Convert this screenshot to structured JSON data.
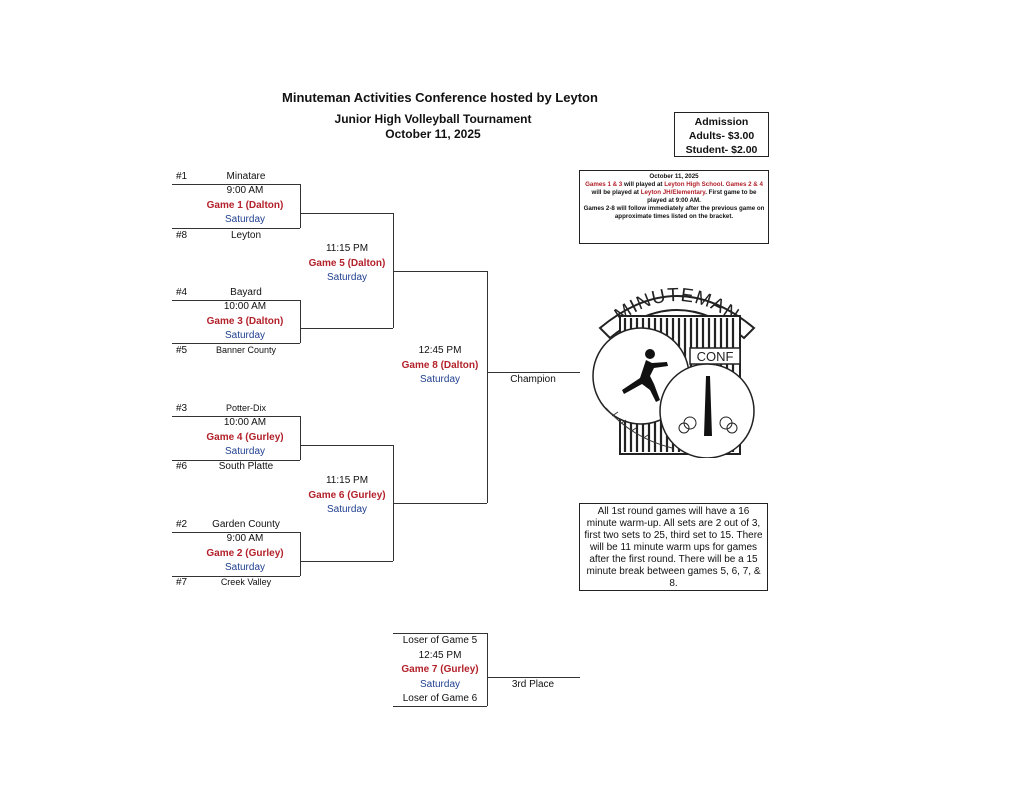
{
  "header": {
    "title": "Minuteman Activities Conference hosted by Leyton",
    "subtitle": "Junior High Volleyball Tournament",
    "date": "October 11, 2025"
  },
  "admission": {
    "title": "Admission",
    "adults": "Adults- $3.00",
    "students": "Student- $2.00"
  },
  "info": {
    "date": "October 11, 2025",
    "p1_red": "Games 1 & 3",
    "p1_a": " will played at ",
    "p1_red2": "Leyton High School",
    "p1_b": ". ",
    "p1_red3": "Games 2 & 4",
    "p1_c": " will be played at ",
    "p1_red4": "Leyton JH/Elementary",
    "p1_d": ". First game to be played at 9:00 AM.",
    "p2": "Games 2-8 will follow immediately after the previous game on approximate times listed on the bracket."
  },
  "rules": "All 1st round games will have a 16 minute warm-up. All sets are 2 out of 3, first two sets to 25, third set to 15. There will be 11 minute warm ups for games after the first round. There will be a 15 minute break between games 5, 6, 7, & 8.",
  "logo": {
    "top_text": "MINUTEMAN",
    "badge": "CONF"
  },
  "teams": [
    {
      "seed": "#1",
      "name": "Minatare"
    },
    {
      "seed": "#8",
      "name": "Leyton"
    },
    {
      "seed": "#4",
      "name": "Bayard"
    },
    {
      "seed": "#5",
      "name": "Banner County"
    },
    {
      "seed": "#3",
      "name": "Potter-Dix"
    },
    {
      "seed": "#6",
      "name": "South Platte"
    },
    {
      "seed": "#2",
      "name": "Garden County"
    },
    {
      "seed": "#7",
      "name": "Creek Valley"
    }
  ],
  "games": {
    "g1": {
      "time": "9:00 AM",
      "name": "Game 1 (Dalton)",
      "day": "Saturday"
    },
    "g3": {
      "time": "10:00 AM",
      "name": "Game 3 (Dalton)",
      "day": "Saturday"
    },
    "g4": {
      "time": "10:00 AM",
      "name": "Game 4 (Gurley)",
      "day": "Saturday"
    },
    "g2": {
      "time": "9:00 AM",
      "name": "Game 2 (Gurley)",
      "day": "Saturday"
    },
    "g5": {
      "time": "11:15 PM",
      "name": "Game 5 (Dalton)",
      "day": "Saturday"
    },
    "g6": {
      "time": "11:15 PM",
      "name": "Game 6 (Gurley)",
      "day": "Saturday"
    },
    "g8": {
      "time": "12:45 PM",
      "name": "Game 8 (Dalton)",
      "day": "Saturday"
    },
    "g7": {
      "top": "Loser of Game 5",
      "time": "12:45 PM",
      "name": "Game 7 (Gurley)",
      "day": "Saturday",
      "bottom": "Loser of Game 6"
    }
  },
  "champion": "Champion",
  "third_place": "3rd Place"
}
